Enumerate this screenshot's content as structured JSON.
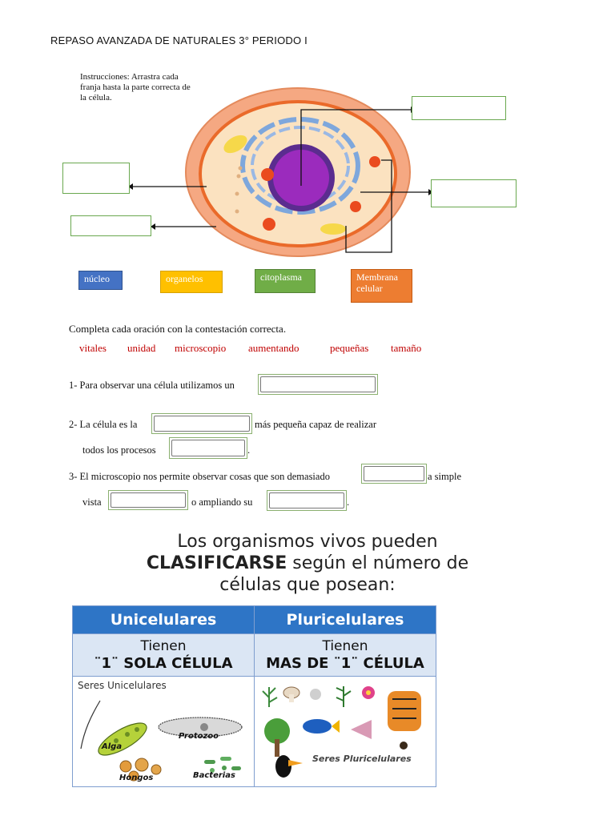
{
  "doc": {
    "title": "REPASO AVANZADA DE NATURALES 3° PERIODO I",
    "instructions": "Instrucciones: Arrastra cada franja hasta la parte correcta de la célula.",
    "chips": [
      "núcleo",
      "organelos",
      "citoplasma",
      "Membrana celular"
    ],
    "complete_instr": "Completa cada oración con la contestación correcta.",
    "word_bank": [
      "vitales",
      "unidad",
      "microscopio",
      "aumentando",
      "pequeñas",
      "tamaño"
    ],
    "s1": "1-  Para observar una célula utilizamos un",
    "s2a": "2-  La célula es la",
    "s2b": "más pequeña capaz de realizar",
    "s2c": "todos los procesos",
    "s2d": ".",
    "s3a": "3-  El microscopio nos permite observar cosas que son demasiado",
    "s3b": "a simple",
    "s3c": "vista",
    "s3d": "o ampliando su",
    "s3e": ".",
    "class_l1": "Los organismos vivos pueden",
    "class_l2_bold": "CLASIFICARSE",
    "class_l2_rest": " según el número de",
    "class_l3": "células que posean:",
    "table": {
      "h1": "Unicelulares",
      "h2": "Pluricelulares",
      "s1a": "Tienen",
      "s1b": "¨1¨ SOLA CÉLULA",
      "s2a": "Tienen",
      "s2b": "MAS DE ¨1¨ CÉLULA",
      "uni_caption": "Seres Unicelulares",
      "alga": "Alga",
      "protozoo": "Protozoo",
      "hongos": "Hongos",
      "bacterias": "Bacterias",
      "pluri_caption": "Seres Pluricelulares"
    }
  }
}
